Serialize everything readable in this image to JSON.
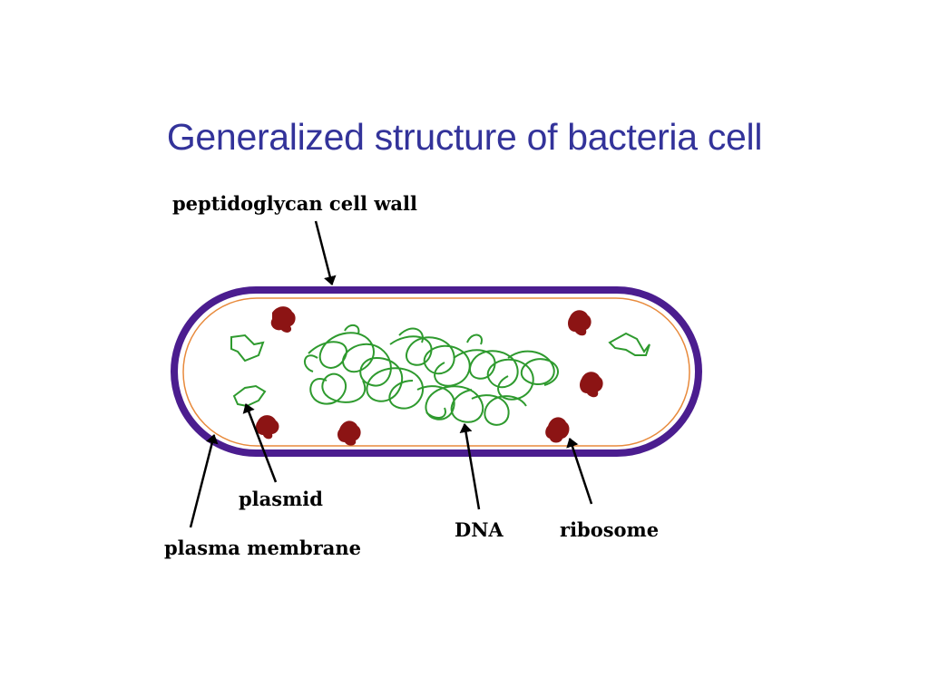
{
  "title": "Generalized structure of bacteria cell",
  "labels": {
    "cell_wall": "peptidoglycan cell wall",
    "plasmid": "plasmid",
    "plasma_membrane": "plasma membrane",
    "dna": "DNA",
    "ribosome": "ribosome"
  },
  "colors": {
    "title": "#33339a",
    "cell_wall": "#4b1d8f",
    "plasma_membrane": "#e88a3c",
    "dna": "#2e9a2e",
    "plasmid": "#2e9a2e",
    "ribosome": "#8c1414",
    "arrow": "#000000"
  }
}
